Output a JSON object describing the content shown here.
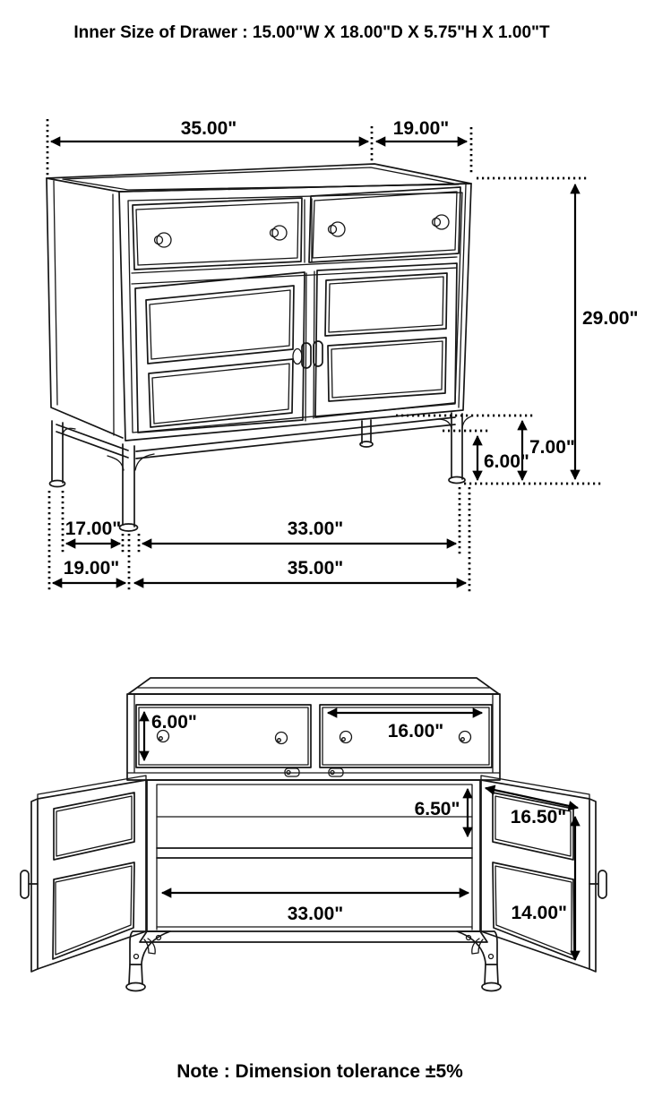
{
  "title": "Inner Size of Drawer : 15.00\"W X 18.00\"D X 5.75\"H X 1.00\"T",
  "note": "Note : Dimension tolerance ±5%",
  "top_view": {
    "top_width": "35.00\"",
    "top_depth": "19.00\"",
    "overall_height": "29.00\"",
    "leg_clearance_front": "7.00\"",
    "leg_clearance_side": "6.00\"",
    "leg_inset_depth": "17.00\"",
    "leg_span_width": "33.00\"",
    "base_depth": "19.00\"",
    "base_width": "35.00\""
  },
  "open_view": {
    "drawer_height": "6.00\"",
    "drawer_width": "16.00\"",
    "shelf_spacing": "6.50\"",
    "door_width": "16.50\"",
    "interior_width": "33.00\"",
    "door_height": "14.00\""
  }
}
